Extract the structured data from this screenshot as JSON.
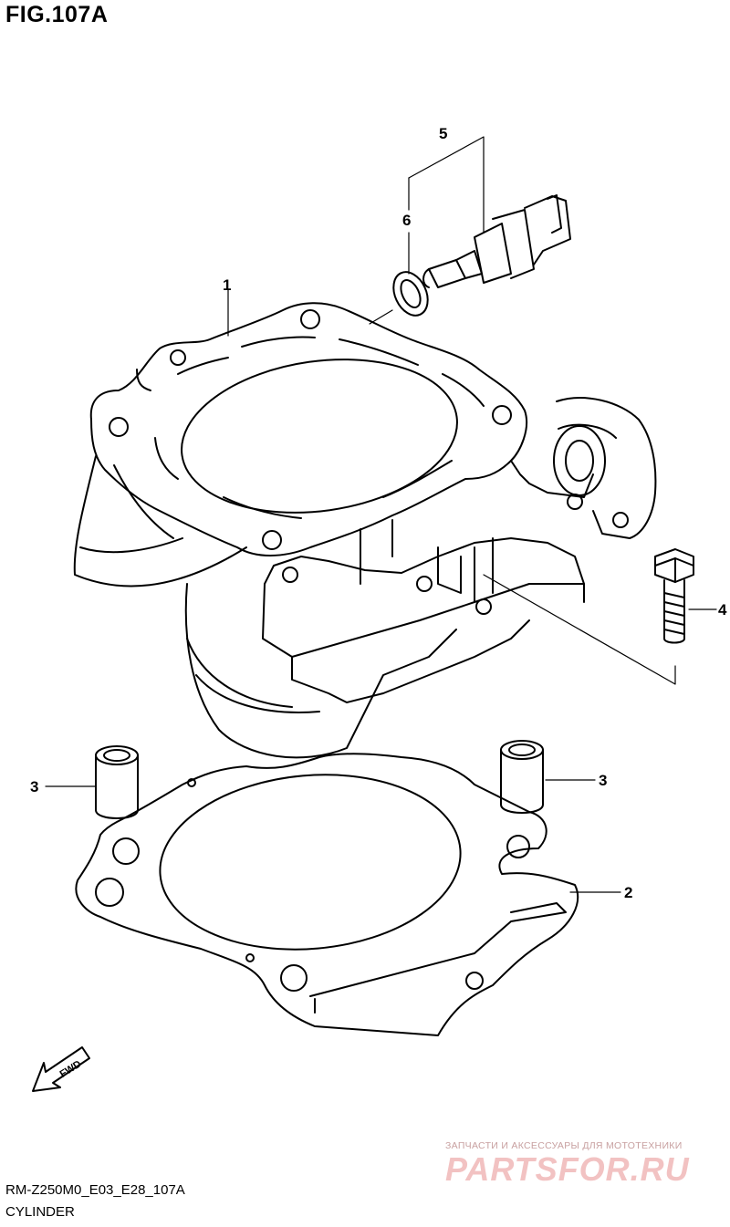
{
  "figure": {
    "title": "FIG.107A"
  },
  "callouts": {
    "c1": "1",
    "c2": "2",
    "c3a": "3",
    "c3b": "3",
    "c4": "4",
    "c5": "5",
    "c6": "6"
  },
  "fwd_label": "FWD",
  "footer": {
    "code": "RM-Z250M0_E03_E28_107A",
    "section": "CYLINDER"
  },
  "watermark": {
    "subtitle": "ЗАПЧАСТИ И АКСЕССУАРЫ ДЛЯ МОТОТЕХНИКИ",
    "brand": "PARTSFOR.RU"
  }
}
